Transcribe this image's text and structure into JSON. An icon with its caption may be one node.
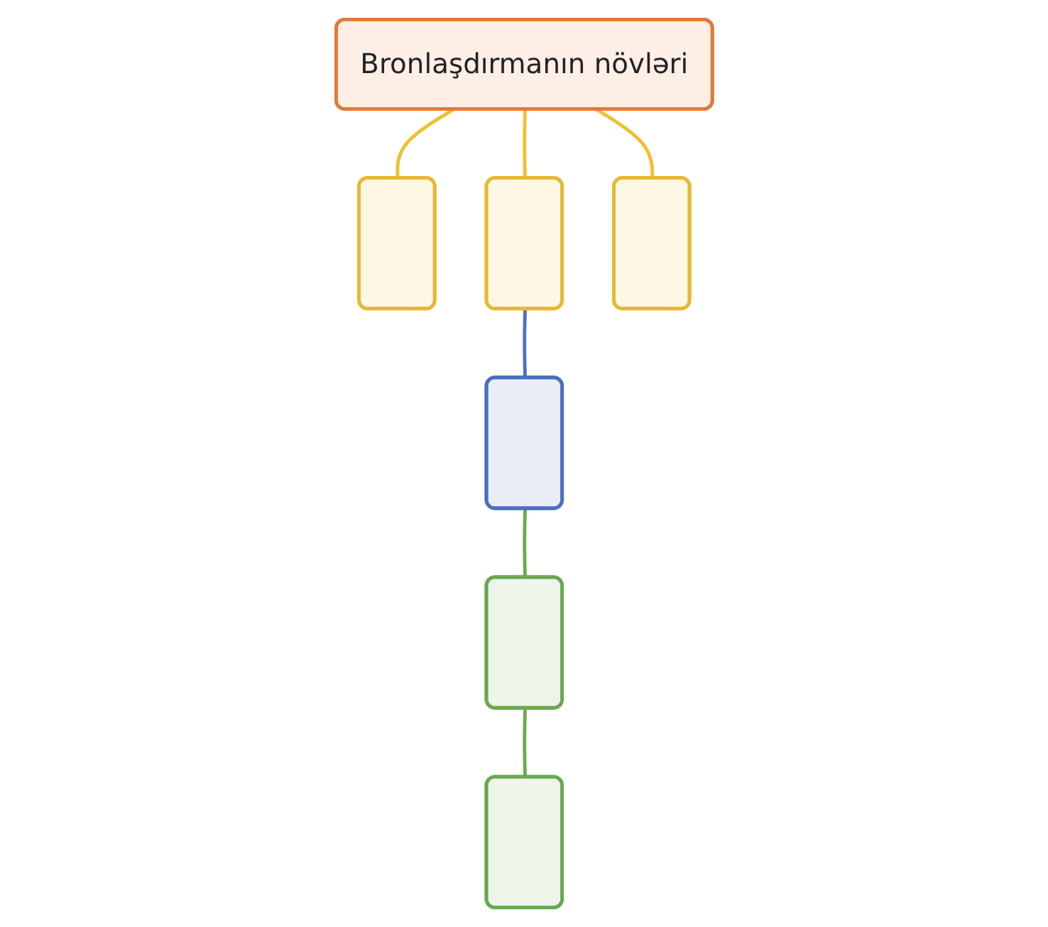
{
  "diagram": {
    "nodes": [
      {
        "text": [
          "Bronlaşdırmanın növləri"
        ]
      },
      {
        "text": [],
        "shape": "box"
      },
      {
        "text": [],
        "shape": "box"
      },
      {
        "text": [],
        "shape": "box"
      },
      {
        "text": [],
        "shape": "box"
      },
      {
        "text": [],
        "shape": "box"
      },
      {
        "text": [],
        "shape": "box"
      }
    ],
    "edges": [
      {
        "from": 0,
        "to": 1,
        "arrow": "none",
        "color": "#f0c030"
      },
      {
        "from": 0,
        "to": 2,
        "arrow": "none",
        "color": "#f0c030"
      },
      {
        "from": 0,
        "to": 3,
        "arrow": "none",
        "color": "#f0c030"
      },
      {
        "from": 2,
        "to": 4,
        "arrow": "none",
        "color": "#4a72c4"
      },
      {
        "from": 4,
        "to": 5,
        "arrow": "none",
        "color": "#6aaa50"
      },
      {
        "from": 5,
        "to": 6,
        "arrow": "none",
        "color": "#6aaa50"
      }
    ]
  }
}
